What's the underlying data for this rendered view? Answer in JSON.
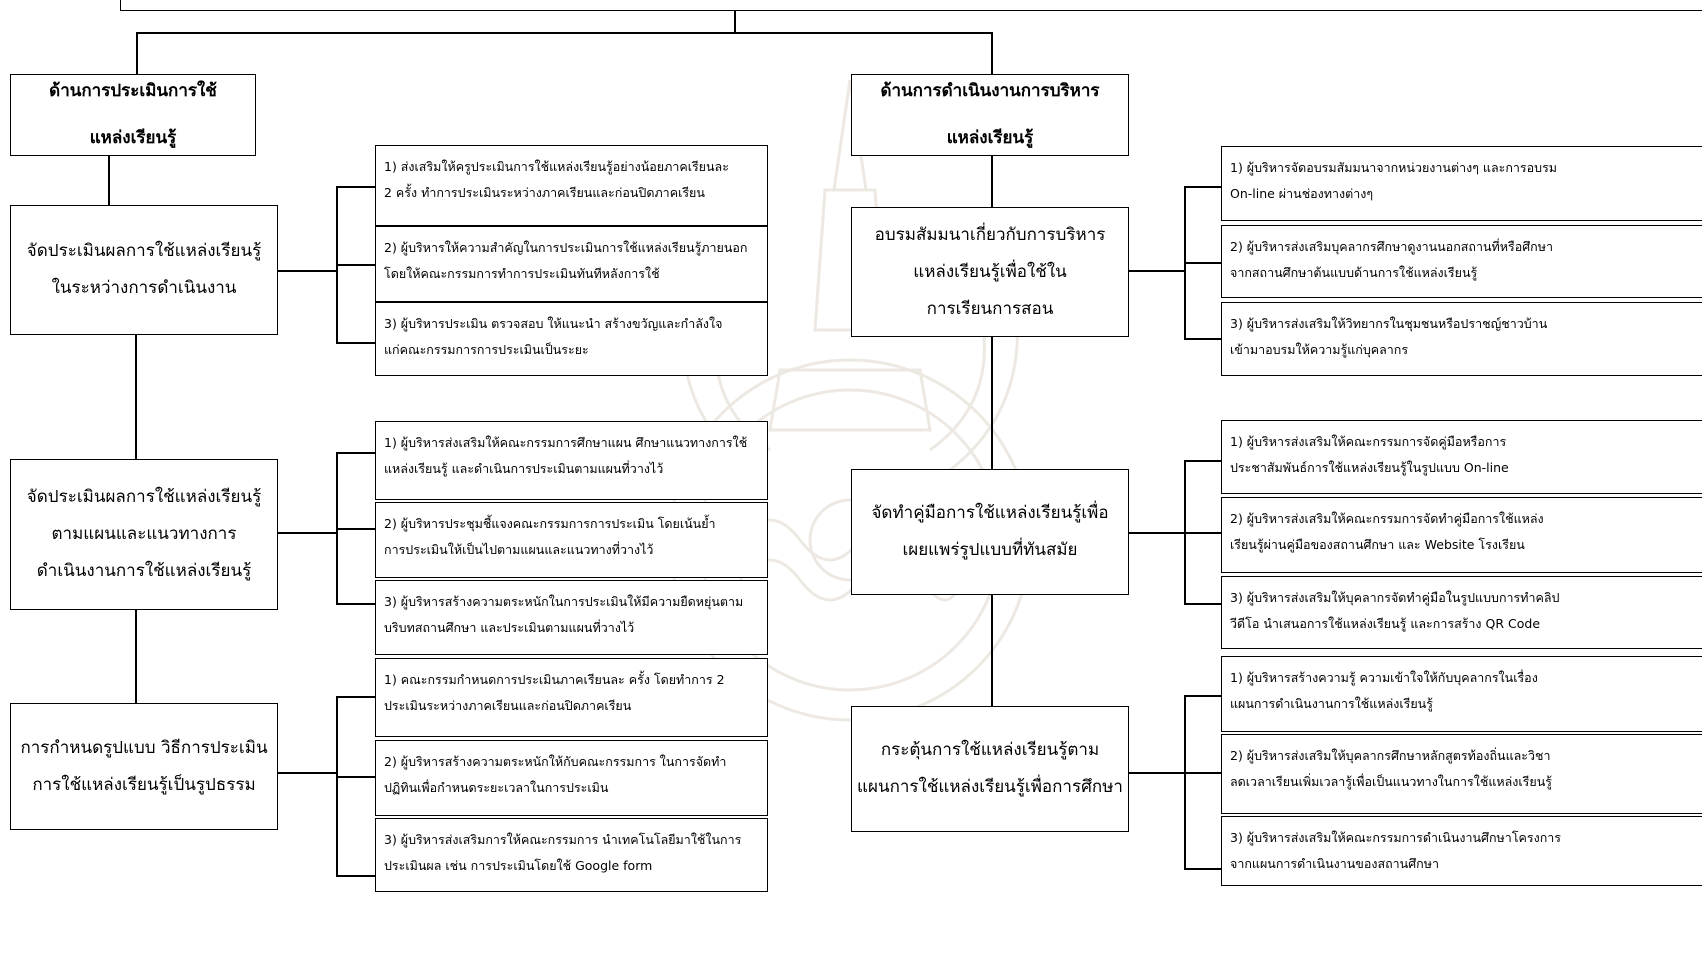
{
  "left": {
    "header": [
      "ด้านการประเมินการใช้",
      "แหล่งเรียนรู้"
    ],
    "groups": [
      {
        "box": [
          "จัดประเมินผลการใช้แหล่งเรียนรู้",
          "ในระหว่างการดำเนินงาน"
        ],
        "items": [
          [
            "1) ส่งเสริมให้ครูประเมินการใช้แหล่งเรียนรู้อย่างน้อยภาคเรียนละ",
            "2 ครั้ง ทำการประเมินระหว่างภาคเรียนและก่อนปิดภาคเรียน"
          ],
          [
            "2) ผู้บริหารให้ความสำคัญในการประเมินการใช้แหล่งเรียนรู้ภายนอก",
            "โดยให้คณะกรรมการทำการประเมินทันทีหลังการใช้"
          ],
          [
            "3) ผู้บริหารประเมิน ตรวจสอบ ให้แนะนำ สร้างขวัญและกำลังใจ",
            "แก่คณะกรรมการการประเมินเป็นระยะ"
          ]
        ]
      },
      {
        "box": [
          "จัดประเมินผลการใช้แหล่งเรียนรู้",
          "ตามแผนและแนวทางการ",
          "ดำเนินงานการใช้แหล่งเรียนรู้"
        ],
        "items": [
          [
            "1) ผู้บริหารส่งเสริมให้คณะกรรมการศึกษาแผน ศึกษาแนวทางการใช้",
            "แหล่งเรียนรู้ และดำเนินการประเมินตามแผนที่วางไว้"
          ],
          [
            "2) ผู้บริหารประชุมชี้แจงคณะกรรมการการประเมิน โดยเน้นย้ำ",
            "การประเมินให้เป็นไปตามแผนและแนวทางที่วางไว้"
          ],
          [
            "3) ผู้บริหารสร้างความตระหนักในการประเมินให้มีความยืดหยุ่นตาม",
            "บริบทสถานศึกษา และประเมินตามแผนที่วางไว้"
          ]
        ]
      },
      {
        "box": [
          "การกำหนดรูปแบบ วิธีการประเมิน",
          "การใช้แหล่งเรียนรู้เป็นรูปธรรม"
        ],
        "items": [
          [
            "1) คณะกรรมกำหนดการประเมินภาคเรียนละ ครั้ง โดยทำการ 2",
            "ประเมินระหว่างภาคเรียนและก่อนปิดภาคเรียน"
          ],
          [
            "2) ผู้บริหารสร้างความตระหนักให้กับคณะกรรมการ ในการจัดทำ",
            "ปฏิทินเพื่อกำหนดระยะเวลาในการประเมิน"
          ],
          [
            "3) ผู้บริหารส่งเสริมการให้คณะกรรมการ นำเทคโนโลยีมาใช้ในการ",
            "ประเมินผล เช่น การประเมินโดยใช้ Google form"
          ]
        ]
      }
    ]
  },
  "right": {
    "header": [
      "ด้านการดำเนินงานการบริหาร",
      "แหล่งเรียนรู้"
    ],
    "groups": [
      {
        "box": [
          "อบรมสัมมนาเกี่ยวกับการบริหาร",
          "แหล่งเรียนรู้เพื่อใช้ใน",
          "การเรียนการสอน"
        ],
        "items": [
          [
            "1) ผู้บริหารจัดอบรมสัมมนาจากหน่วยงานต่างๆ และการอบรม",
            "On-line ผ่านช่องทางต่างๆ"
          ],
          [
            "2) ผู้บริหารส่งเสริมบุคลากรศึกษาดูงานนอกสถานที่หรือศึกษา",
            "จากสถานศึกษาต้นแบบด้านการใช้แหล่งเรียนรู้"
          ],
          [
            "3) ผู้บริหารส่งเสริมให้วิทยากรในชุมชนหรือปราชญ์ชาวบ้าน",
            "เข้ามาอบรมให้ความรู้แก่บุคลากร"
          ]
        ]
      },
      {
        "box": [
          "จัดทำคู่มือการใช้แหล่งเรียนรู้เพื่อ",
          "เผยแพร่รูปแบบที่ทันสมัย"
        ],
        "items": [
          [
            "1) ผู้บริหารส่งเสริมให้คณะกรรมการจัดคู่มือหรือการ",
            "ประชาสัมพันธ์การใช้แหล่งเรียนรู้ในรูปแบบ On-line"
          ],
          [
            "2) ผู้บริหารส่งเสริมให้คณะกรรมการจัดทำคู่มือการใช้แหล่ง",
            "เรียนรู้ผ่านคู่มือของสถานศึกษา และ Website โรงเรียน"
          ],
          [
            "3) ผู้บริหารส่งเสริมให้บุคลากรจัดทำคู่มือในรูปแบบการทำคลิป",
            "วีดีโอ นำเสนอการใช้แหล่งเรียนรู้ และการสร้าง QR Code"
          ]
        ]
      },
      {
        "box": [
          "กระตุ้นการใช้แหล่งเรียนรู้ตาม",
          "แผนการใช้แหล่งเรียนรู้เพื่อการศึกษา"
        ],
        "items": [
          [
            "1) ผู้บริหารสร้างความรู้ ความเข้าใจให้กับบุคลากรในเรื่อง",
            "แผนการดำเนินงานการใช้แหล่งเรียนรู้"
          ],
          [
            "2) ผู้บริหารส่งเสริมให้บุคลากรศึกษาหลักสูตรท้องถิ่นและวิชา",
            "ลดเวลาเรียนเพิ่มเวลารู้เพื่อเป็นแนวทางในการใช้แหล่งเรียนรู้"
          ],
          [
            "3) ผู้บริหารส่งเสริมให้คณะกรรมการดำเนินงานศึกษาโครงการ",
            "จากแผนการดำเนินงานของสถานศึกษา"
          ]
        ]
      }
    ]
  }
}
